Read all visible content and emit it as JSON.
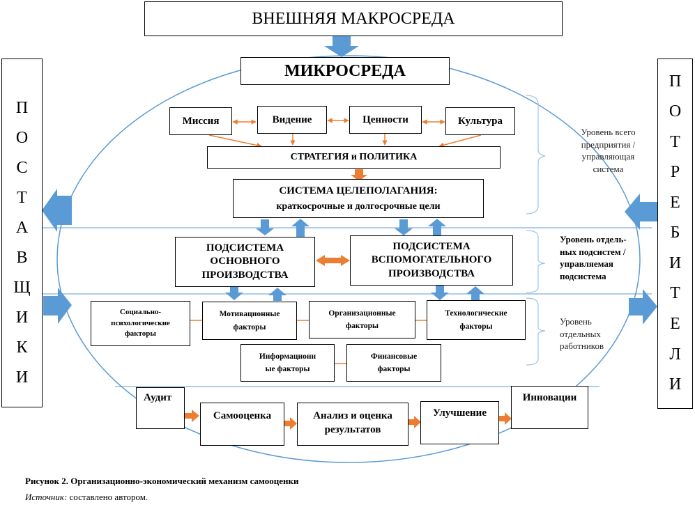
{
  "outer": {
    "title": "ВНЕШНЯЯ МАКРОСРЕДА"
  },
  "micro": {
    "title": "МИКРОСРЕДА"
  },
  "values_row": [
    "Миссия",
    "Видение",
    "Ценности",
    "Культура"
  ],
  "strategy": "СТРАТЕГИЯ и ПОЛИТИКА",
  "goal_system": {
    "line1": "СИСТЕМА ЦЕЛЕПОЛАГАНИЯ:",
    "line2": "краткосрочные и долгосрочные цели"
  },
  "subsystems": {
    "main": [
      "ПОДСИСТЕМА",
      "ОСНОВНОГО",
      "ПРОИЗВОДСТВА"
    ],
    "aux": [
      "ПОДСИСТЕМА",
      "ВСПОМОГАТЕЛЬНОГО",
      "ПРОИЗВОДСТВА"
    ]
  },
  "factors": {
    "social": [
      "Социально-",
      "психологические",
      "факторы"
    ],
    "motivation": [
      "Мотивационные",
      "факторы"
    ],
    "organization": [
      "Организационные",
      "факторы"
    ],
    "technology": [
      "Технологические",
      "факторы"
    ],
    "information": [
      "Информационн",
      "ые факторы"
    ],
    "finance": [
      "Финансовые",
      "факторы"
    ]
  },
  "cycle": [
    "Аудит",
    "Самооценка",
    "Анализ и оценка результатов",
    "Улучшение",
    "Инновации"
  ],
  "side_labels": {
    "suppliers": [
      "П",
      "О",
      "С",
      "Т",
      "А",
      "В",
      "Щ",
      "И",
      "К",
      "И"
    ],
    "consumers": [
      "П",
      "О",
      "Т",
      "Р",
      "Е",
      "Б",
      "И",
      "Т",
      "Е",
      "Л",
      "И"
    ]
  },
  "levels": {
    "level1": [
      "Уровень всего",
      "предприятия /",
      "управляющая",
      "система"
    ],
    "level2": [
      "Уровень отдель-",
      "ных подсистем /",
      "управляемая",
      "подсистема"
    ],
    "level3": [
      "Уровень",
      "отдельных",
      "работников"
    ]
  },
  "caption": {
    "figure_label": "Рисунок 2",
    "figure_text": ". Организационно-экономический механизм самооценки",
    "source_label": "Источник:",
    "source_text": " составлено автором."
  },
  "colors": {
    "blue_arrow": "#5b9bd5",
    "orange_arrow": "#ed7d31",
    "ellipse": "#5b9bd5",
    "bracket": "#9dc3e6"
  }
}
